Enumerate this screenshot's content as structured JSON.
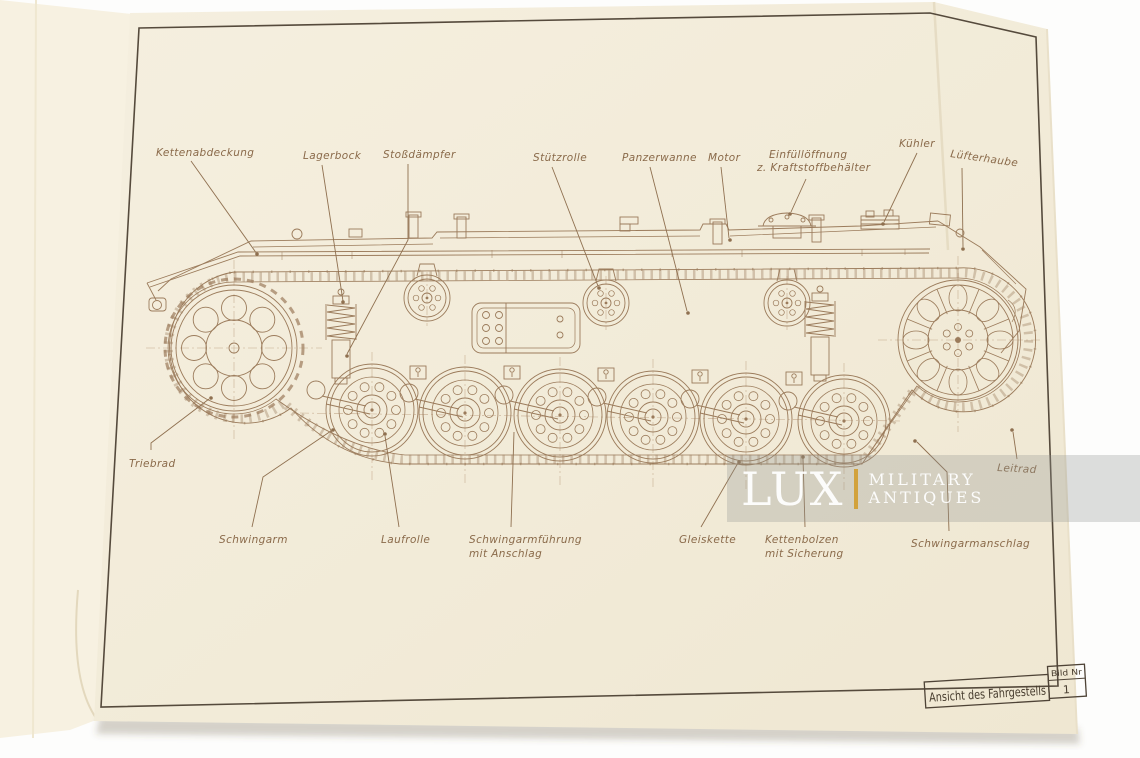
{
  "document": {
    "type": "technical-manual-plate",
    "title_block": {
      "caption": "Ansicht des Fahrgestells",
      "number_label": "Bild Nr",
      "number": "1"
    },
    "labels": {
      "kettenabdeckung": "Kettenabdeckung",
      "lagerbock": "Lagerbock",
      "stossdaempfer": "Stoßdämpfer",
      "stuetzrolle": "Stützrolle",
      "panzerwanne": "Panzerwanne",
      "motor": "Motor",
      "einfuelloeffnung_line1": "Einfüllöffnung",
      "einfuelloeffnung_line2": "z. Kraftstoffbehälter",
      "kuehler": "Kühler",
      "luefterhaube": "Lüfterhaube",
      "triebrad": "Triebrad",
      "leitrad": "Leitrad",
      "schwingarm": "Schwingarm",
      "laufrolle": "Laufrolle",
      "schwingarmfuehrung_line1": "Schwingarmführung",
      "schwingarmfuehrung_line2": "mit Anschlag",
      "gleiskette": "Gleiskette",
      "kettenbolzen_line1": "Kettenbolzen",
      "kettenbolzen_line2": "mit Sicherung",
      "schwingarmanschlag": "Schwingarmanschlag"
    }
  },
  "watermark": {
    "brand": "LUX",
    "line1": "MILITARY",
    "line2": "ANTIQUES",
    "accent_color": "#d2a23c"
  },
  "colors": {
    "paper": "#f2ebd8",
    "paper_under": "#f7f1e1",
    "ink": "#9b7b5b",
    "label_ink": "#8a6a4a",
    "border": "#554a3c"
  }
}
